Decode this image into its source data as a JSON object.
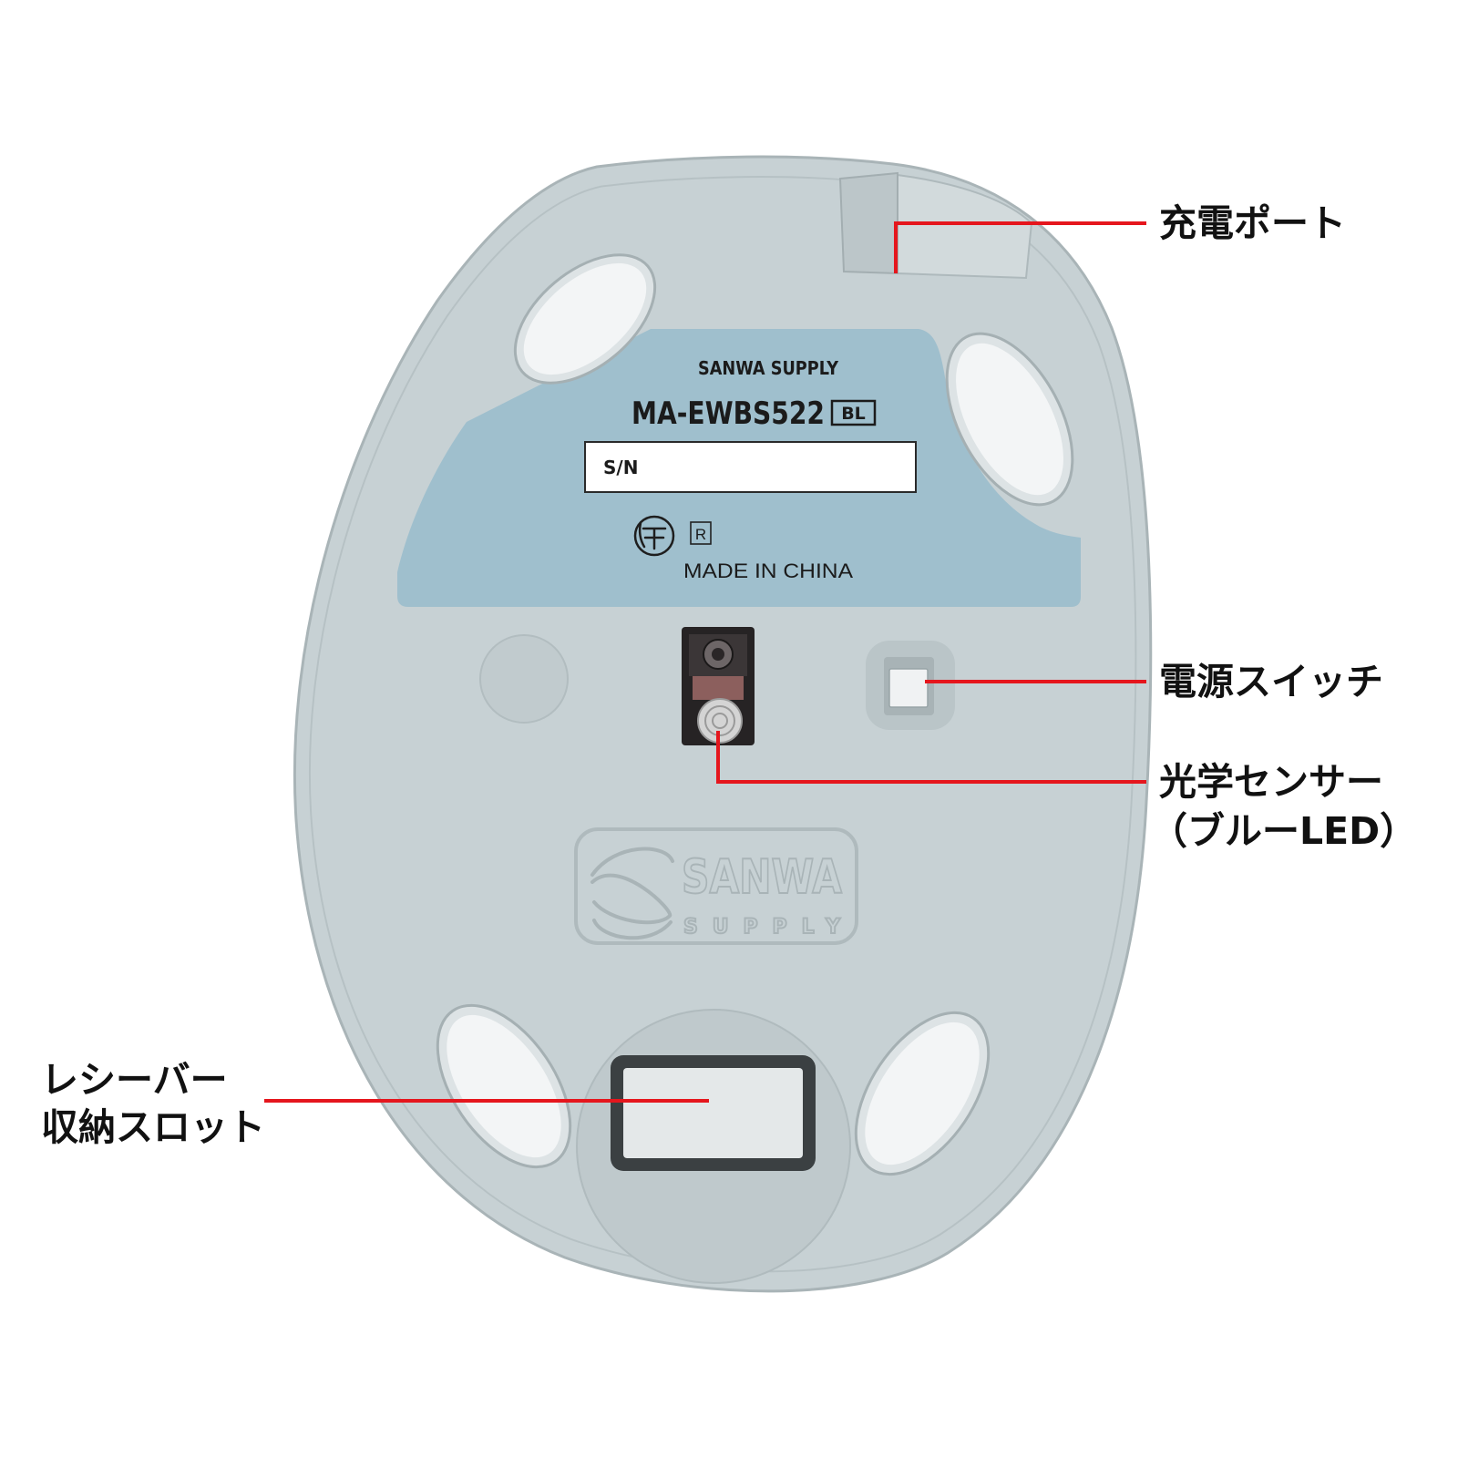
{
  "callouts": [
    {
      "id": "charging-port",
      "lines": [
        "充電ポート"
      ]
    },
    {
      "id": "power-switch",
      "lines": [
        "電源スイッチ"
      ]
    },
    {
      "id": "optical-sensor",
      "lines": [
        "光学センサー",
        "（ブルーLED）"
      ]
    },
    {
      "id": "receiver-slot",
      "lines": [
        "レシーバー",
        "収納スロット"
      ]
    }
  ],
  "label": {
    "brand": "SANWA SUPPLY",
    "model": "MA-EWBS522",
    "color_code": "BL",
    "serial_label": "S/N",
    "registered_mark": "R",
    "origin": "MADE IN CHINA",
    "cert_icon": "giteki-mark-icon"
  },
  "emboss_logo": {
    "line1": "SANWA",
    "line2": "SUPPLY",
    "icon": "sanwa-s-logo-icon"
  },
  "colors": {
    "body": "#c7d1d4",
    "label_panel": "#9fbfcd",
    "foot": "#f3f5f6",
    "callout_line": "#e5161d"
  }
}
